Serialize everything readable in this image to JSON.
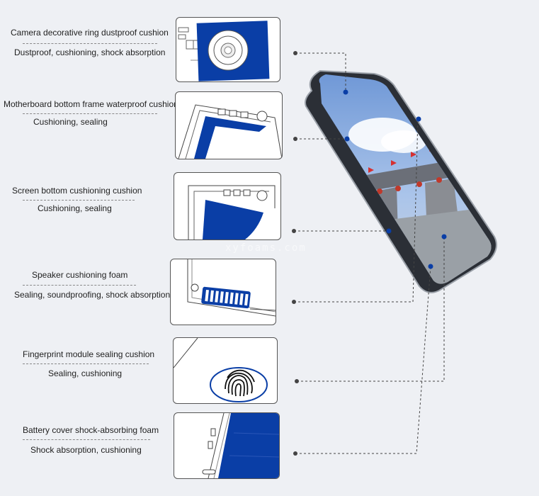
{
  "parts": [
    {
      "title": "Camera decorative ring dustproof cushion",
      "subtitle": "Dustproof, cushioning, shock absorption",
      "icon": "camera-ring-icon"
    },
    {
      "title": "Motherboard bottom frame waterproof cushion",
      "subtitle": "Cushioning, sealing",
      "icon": "frame-cushion-icon"
    },
    {
      "title": "Screen bottom cushioning cushion",
      "subtitle": "Cushioning, sealing",
      "icon": "screen-cushion-icon"
    },
    {
      "title": "Speaker cushioning foam",
      "subtitle": "Sealing, soundproofing, shock absorption",
      "icon": "speaker-foam-icon"
    },
    {
      "title": "Fingerprint module sealing cushion",
      "subtitle": "Sealing, cushioning",
      "icon": "fingerprint-icon"
    },
    {
      "title": "Battery cover shock-absorbing foam",
      "subtitle": "Shock absorption, cushioning",
      "icon": "battery-foam-icon"
    }
  ],
  "watermark": "xyfoams.com",
  "colors": {
    "accent": "#0a3ea6",
    "line": "#444444",
    "background": "#eef0f4"
  }
}
